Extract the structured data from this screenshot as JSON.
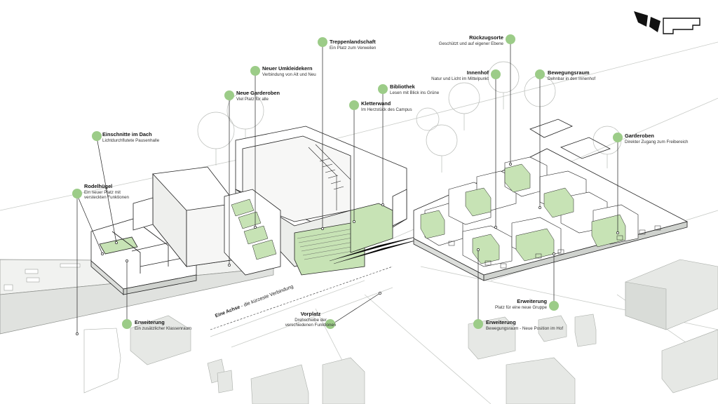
{
  "colors": {
    "accent": "#9ccc88",
    "accent_fill": "#c7e3b5",
    "line": "#222222",
    "context_fill": "#e6e8e5"
  },
  "logo": {
    "icon": "architect-logo-icon"
  },
  "axis": {
    "bold": "Eine Achse",
    "rest": " - die kürzeste Verbindung"
  },
  "annotations": [
    {
      "id": "rodelhuegel",
      "title": "Rodelhügel",
      "sub": "Ein neuer Platz mit\nversteckten Funktionen"
    },
    {
      "id": "einschnitte",
      "title": "Einschnitte im Dach",
      "sub": "Lichtdurchflutete Pausenhalle"
    },
    {
      "id": "neue-garderoben",
      "title": "Neue Garderoben",
      "sub": "Viel Platz für alle"
    },
    {
      "id": "umkleidekern",
      "title": "Neuer Umkleidekern",
      "sub": "Verbindung von Alt und Neu"
    },
    {
      "id": "treppenlandschaft",
      "title": "Treppenlandschaft",
      "sub": "Ein Platz zum Verweilen"
    },
    {
      "id": "bibliothek",
      "title": "Bibliothek",
      "sub": "Lesen mit Blick ins Grüne"
    },
    {
      "id": "kletterwand",
      "title": "Kletterwand",
      "sub": "Im Herzstück des Campus"
    },
    {
      "id": "rueckzugsorte",
      "title": "Rückzugsorte",
      "sub": "Geschützt  und auf eigener Ebene"
    },
    {
      "id": "innenhof",
      "title": "Innenhof",
      "sub": "Natur und Licht im Mittelpunkt"
    },
    {
      "id": "bewegungsraum",
      "title": "Bewegungsraum",
      "sub": "Dehnbar in den Innenhof"
    },
    {
      "id": "garderoben",
      "title": "Garderoben",
      "sub": "Direkter Zugang zum Freibereich"
    },
    {
      "id": "vorplatz",
      "title": "Vorplatz",
      "sub": "Drehscheibe der\nverschiedenen Funktionen"
    },
    {
      "id": "erweiterung-gruppe",
      "title": "Erweiterung",
      "sub": "Platz für eine neue Gruppe"
    },
    {
      "id": "erweiterung-bewegung",
      "title": "Erweiterung",
      "sub": "Bewegungsraum - Neue Position im Hof"
    },
    {
      "id": "erweiterung-klasse",
      "title": "Erweiterung",
      "sub": "Ein zusätzlicher Klassenraum"
    }
  ]
}
